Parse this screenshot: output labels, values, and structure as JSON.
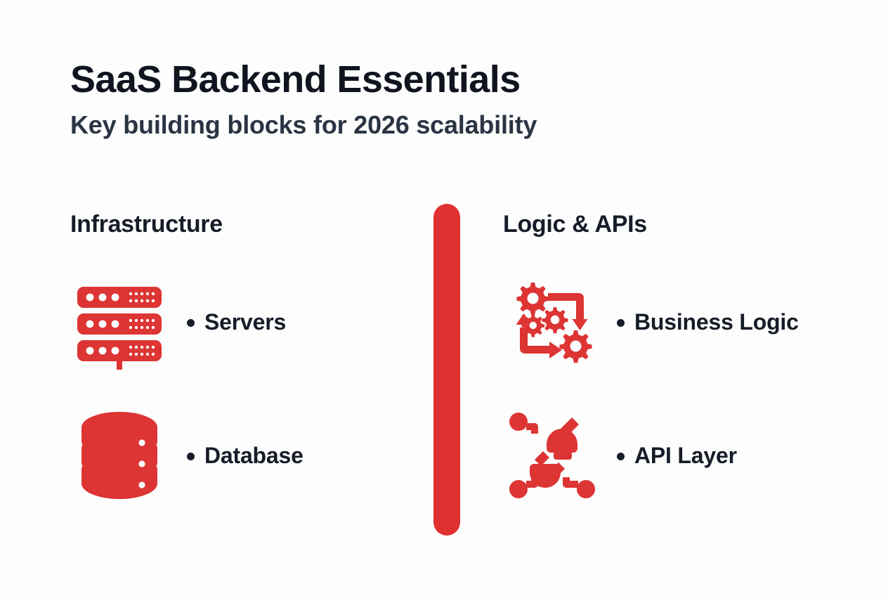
{
  "header": {
    "title": "SaaS Backend Essentials",
    "subtitle": "Key building blocks for 2026 scalability"
  },
  "colors": {
    "accent_red": "#E03131",
    "title_dark": "#10141F",
    "subtitle_slate": "#2B3443",
    "background": "#FDFDFD"
  },
  "divider": {
    "name": "vertical-divider",
    "color": "#E03131"
  },
  "columns": [
    {
      "heading": "Infrastructure",
      "items": [
        {
          "label": "Servers",
          "icon": "server-rack-icon"
        },
        {
          "label": "Database",
          "icon": "database-cylinder-icon"
        }
      ]
    },
    {
      "heading": "Logic & APIs",
      "items": [
        {
          "label": "Business Logic",
          "icon": "gears-workflow-icon"
        },
        {
          "label": "API Layer",
          "icon": "plug-socket-network-icon"
        }
      ]
    }
  ]
}
